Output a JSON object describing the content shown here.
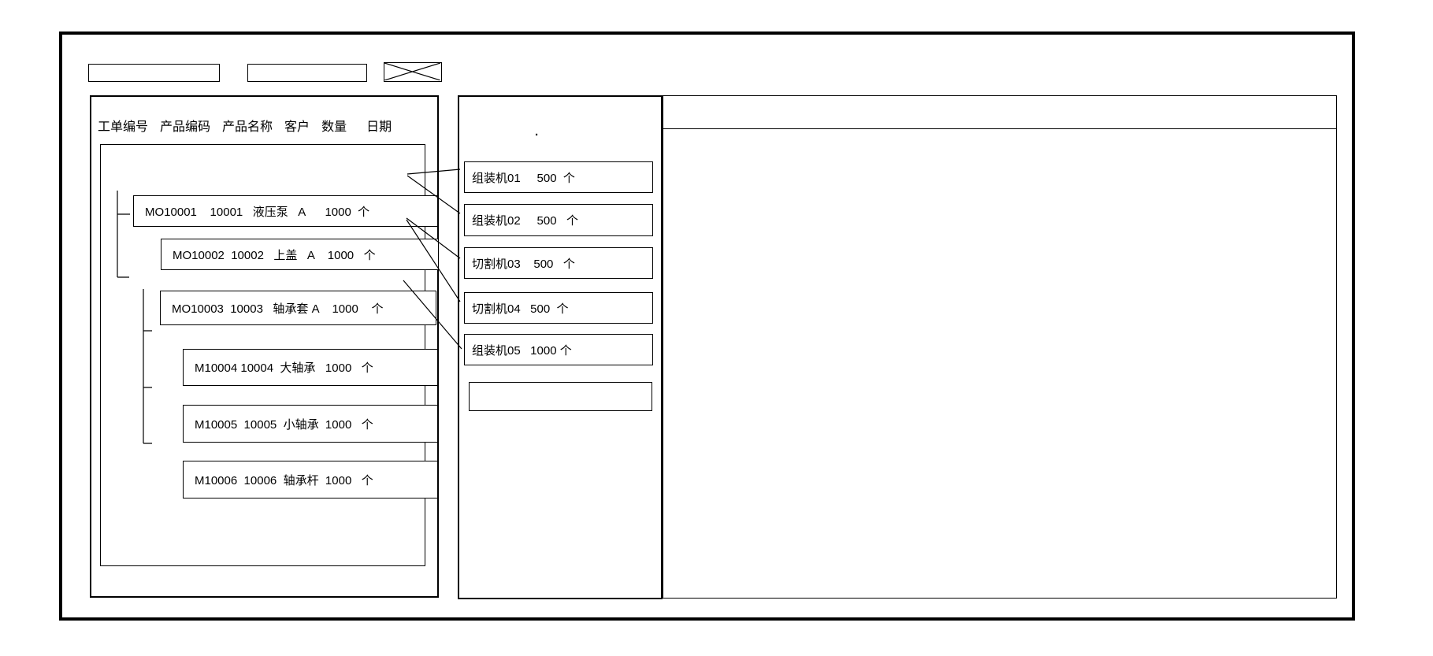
{
  "colors": {
    "border": "#000000",
    "background": "#ffffff"
  },
  "window": {
    "toolbar": {
      "field1_value": "",
      "field2_value": "",
      "close_icon": "x-cross"
    }
  },
  "left_panel": {
    "columns": [
      "工单编号",
      "产品编码",
      "产品名称",
      "客户",
      "数量",
      "日期"
    ],
    "orders": [
      {
        "wo_no": "MO10001",
        "product_code": "10001",
        "product_name": "液压泵",
        "customer": "A",
        "qty": "1000",
        "unit": "个",
        "level": 0,
        "parent": null,
        "display": "MO10001    10001   液压泵   A      1000  个"
      },
      {
        "wo_no": "MO10002",
        "product_code": "10002",
        "product_name": "上盖",
        "customer": "A",
        "qty": "1000",
        "unit": "个",
        "level": 1,
        "parent": "MO10001",
        "display": "MO10002  10002   上盖   A    1000   个"
      },
      {
        "wo_no": "MO10003",
        "product_code": "10003",
        "product_name": "轴承套",
        "customer": "A",
        "qty": "1000",
        "unit": "个",
        "level": 1,
        "parent": "MO10001",
        "display": "MO10003  10003   轴承套 A    1000    个"
      },
      {
        "wo_no": "M10004",
        "product_code": "10004",
        "product_name": "大轴承",
        "customer": "",
        "qty": "1000",
        "unit": "个",
        "level": 2,
        "parent": "MO10003",
        "display": "M10004 10004  大轴承   1000   个"
      },
      {
        "wo_no": "M10005",
        "product_code": "10005",
        "product_name": "小轴承",
        "customer": "",
        "qty": "1000",
        "unit": "个",
        "level": 2,
        "parent": "MO10003",
        "display": "M10005  10005  小轴承  1000   个"
      },
      {
        "wo_no": "M10006",
        "product_code": "10006",
        "product_name": "轴承杆",
        "customer": "",
        "qty": "1000",
        "unit": "个",
        "level": 2,
        "parent": "MO10003",
        "display": "M10006  10006  轴承杆  1000   个"
      }
    ]
  },
  "middle_panel": {
    "stray_dot": ".",
    "machines": [
      {
        "name": "组装机01",
        "qty": "500",
        "unit": "个",
        "display": "组装机01     500  个"
      },
      {
        "name": "组装机02",
        "qty": "500",
        "unit": "个",
        "display": "组装机02     500   个"
      },
      {
        "name": "切割机03",
        "qty": "500",
        "unit": "个",
        "display": "切割机03    500   个"
      },
      {
        "name": "切割机04",
        "qty": "500",
        "unit": "个",
        "display": "切割机04   500  个"
      },
      {
        "name": "组装机05",
        "qty": "1000",
        "unit": "个",
        "display": "组装机05   1000 个"
      },
      {
        "name": "",
        "qty": "",
        "unit": "",
        "display": ""
      }
    ]
  },
  "connections": [
    {
      "from": "MO10001",
      "to": "组装机01"
    },
    {
      "from": "MO10001",
      "to": "组装机02"
    },
    {
      "from": "MO10002",
      "to": "切割机03"
    },
    {
      "from": "MO10002",
      "to": "切割机04"
    },
    {
      "from": "MO10003",
      "to": "组装机05"
    }
  ],
  "right_panel": {
    "header": "",
    "body": ""
  }
}
